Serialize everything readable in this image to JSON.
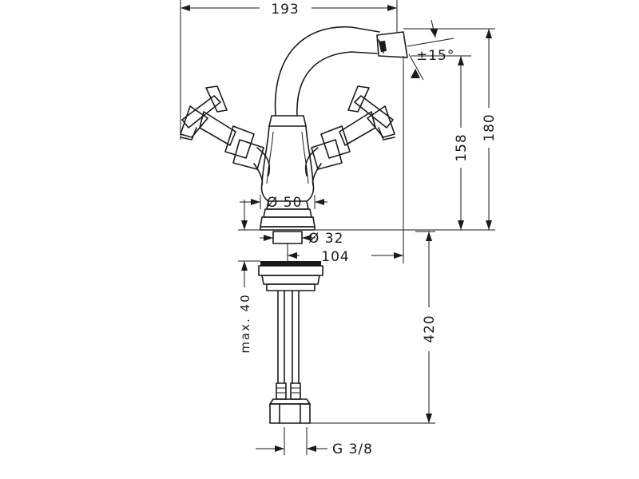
{
  "dimensions": {
    "overall_width": "193",
    "spout_angle": "±15°",
    "spout_height": "158",
    "total_height": "180",
    "base_diameter": "Ø 50",
    "tail_diameter": "Ø 32",
    "spout_reach": "104",
    "max_deck_thickness": "max. 40",
    "hose_length": "420",
    "connection_thread": "G 3/8"
  },
  "colors": {
    "line": "#1a1a1a",
    "background": "#ffffff"
  }
}
